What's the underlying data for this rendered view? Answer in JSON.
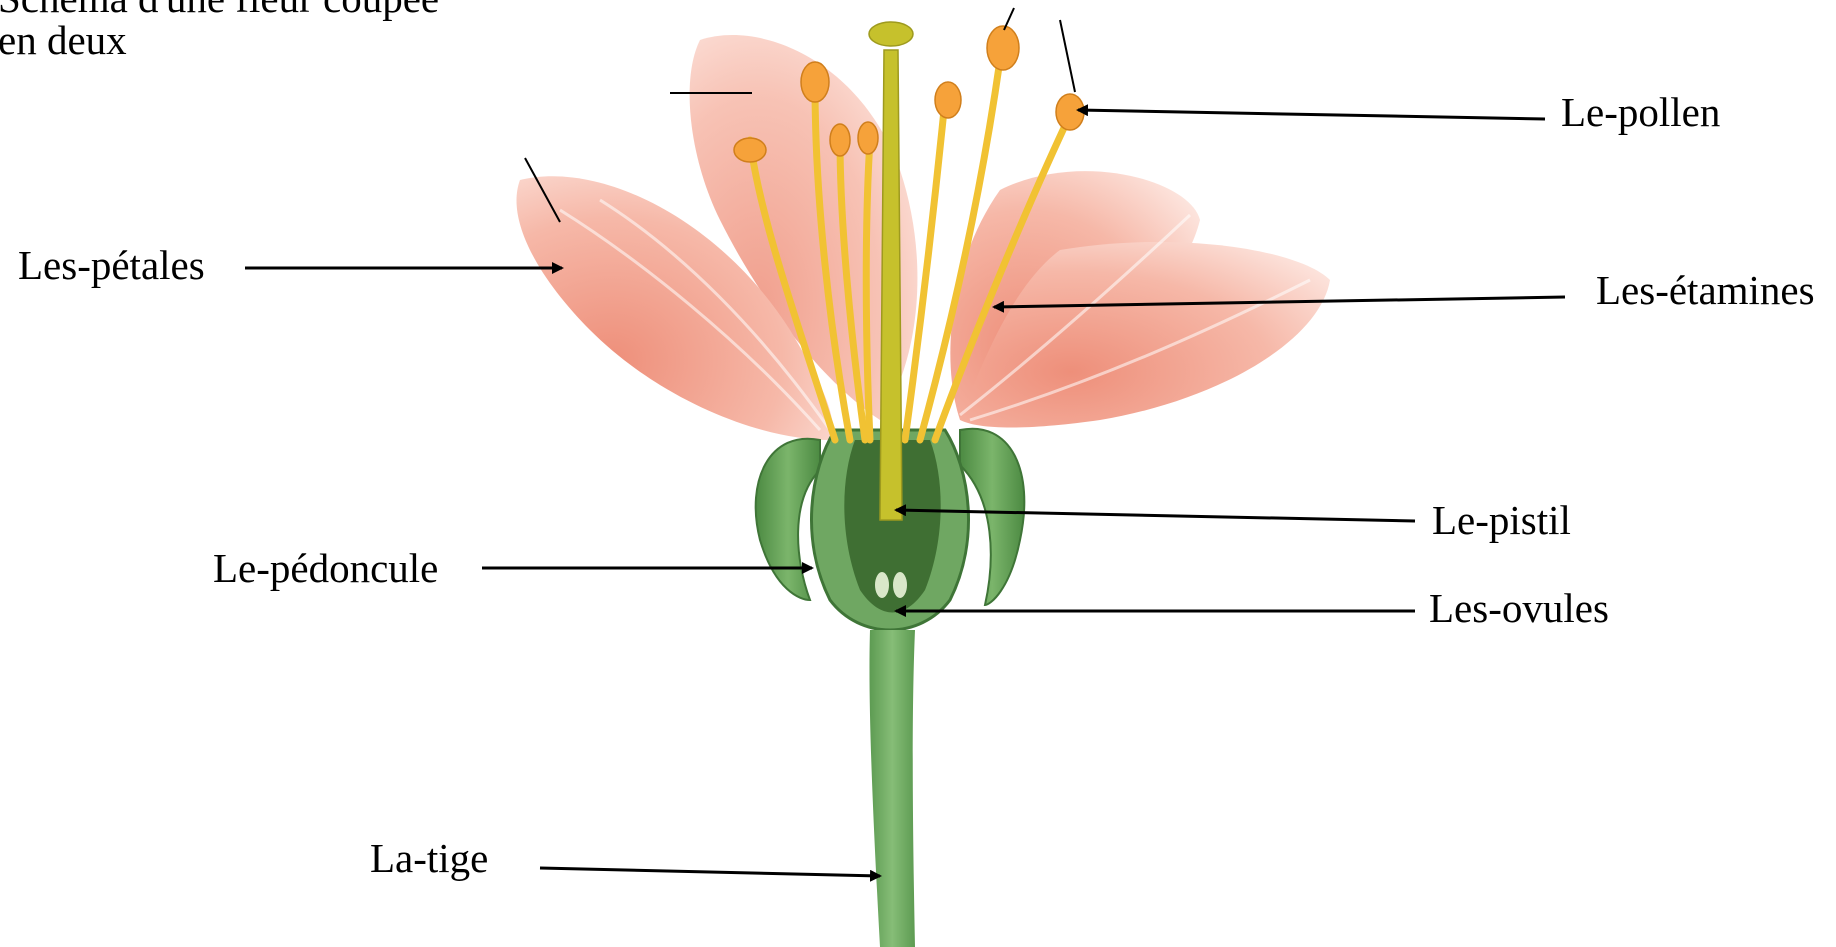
{
  "caption": {
    "line1": "Schéma d'une fleur coupée",
    "line2": "en deux"
  },
  "labels": {
    "pollen": "Le-pollen",
    "petals": "Les-pétales",
    "stamens": "Les-étamines",
    "pistil": "Le-pistil",
    "peduncle": "Le-pédoncule",
    "ovules": "Les-ovules",
    "stem": "La-tige"
  },
  "colors": {
    "petal": "#f19a86",
    "petal_light": "#fbe0d8",
    "stamen_filament": "#f0c330",
    "anther": "#f5a23a",
    "pistil": "#c8c230",
    "sepal": "#6aa85b",
    "sepal_dark": "#4f8a45",
    "stem": "#77b06a",
    "arrow": "#000000"
  }
}
